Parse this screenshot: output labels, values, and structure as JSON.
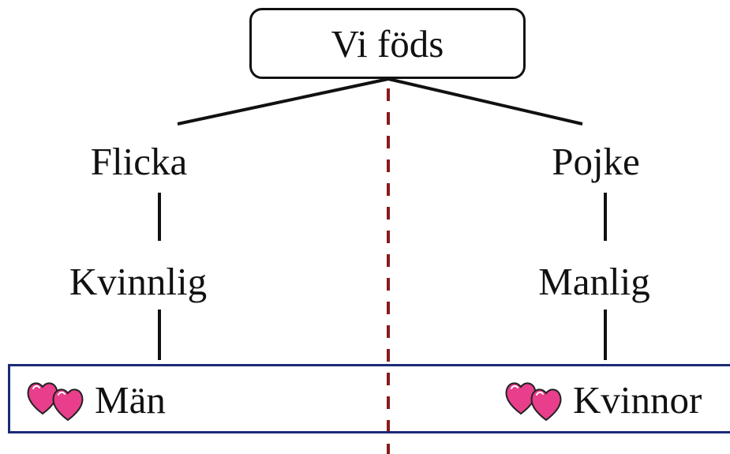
{
  "root": {
    "label": "Vi föds"
  },
  "left_branch": {
    "sex": "Flicka",
    "gender": "Kvinnlig",
    "attraction": "Män"
  },
  "right_branch": {
    "sex": "Pojke",
    "gender": "Manlig",
    "attraction": "Kvinnor"
  },
  "icons": {
    "attraction_icon": "two-hearts-icon"
  },
  "colors": {
    "divider": "#8b1a1a",
    "result_border": "#1b2a78",
    "heart_fill": "#e83e8c",
    "line": "#111111"
  }
}
